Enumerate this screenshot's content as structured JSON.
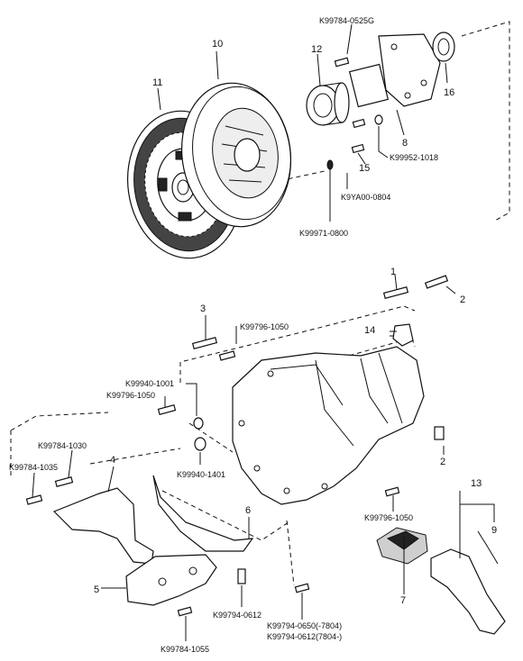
{
  "callouts": {
    "p1": "1",
    "p2a": "2",
    "p2b": "2",
    "p3": "3",
    "p4": "4",
    "p5": "5",
    "p6": "6",
    "p7": "7",
    "p8": "8",
    "p9": "9",
    "p10": "10",
    "p11": "11",
    "p12": "12",
    "p13": "13",
    "p14": "14",
    "p15": "15",
    "p16": "16"
  },
  "part_numbers": {
    "k0525g": "K99784-0525G",
    "k1018": "K99952-1018",
    "k0804": "K9YA00-0804",
    "k0800": "K99971-0800",
    "k1050a": "K99796-1050",
    "k1001": "K99940-1001",
    "k1050b": "K99796-1050",
    "k1030": "K99784-1030",
    "k1035": "K99784-1035",
    "k1401": "K99940-1401",
    "k1050c": "K99796-1050",
    "k0612": "K99794-0612",
    "k0650": "K99794-0650(-7804)",
    "k0612b": "K99794-0612(7804-)",
    "k1055": "K99784-1055"
  }
}
